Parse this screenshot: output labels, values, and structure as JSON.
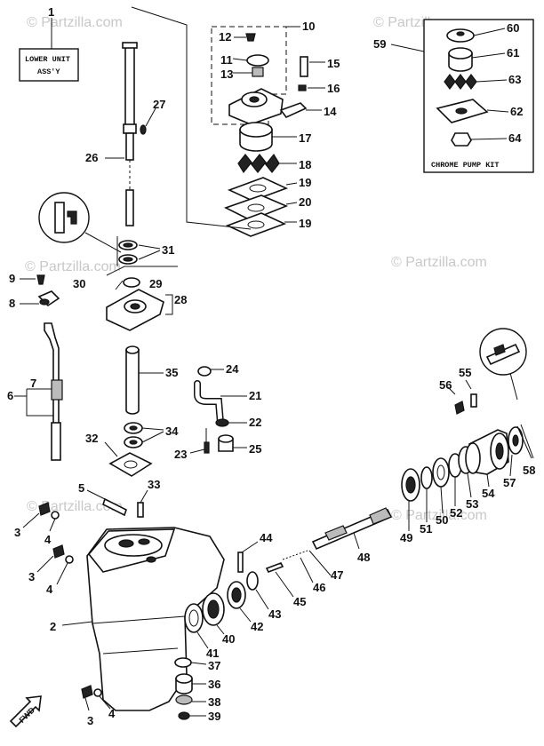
{
  "watermark": "© Partzilla.com",
  "lower_unit_box": {
    "line1": "LOWER UNIT",
    "line2": "ASS'Y"
  },
  "chrome_pump_kit": {
    "label": "CHROME PUMP KIT",
    "ref": "59"
  },
  "fwd_label": "FWD",
  "callouts": {
    "c1": "1",
    "c2": "2",
    "c3a": "3",
    "c3b": "3",
    "c3c": "3",
    "c4a": "4",
    "c4b": "4",
    "c4c": "4",
    "c5": "5",
    "c6": "6",
    "c7": "7",
    "c8": "8",
    "c9": "9",
    "c10": "10",
    "c11": "11",
    "c12": "12",
    "c13": "13",
    "c14": "14",
    "c15": "15",
    "c16": "16",
    "c17": "17",
    "c18": "18",
    "c19a": "19",
    "c19b": "19",
    "c20": "20",
    "c21": "21",
    "c22": "22",
    "c23": "23",
    "c24": "24",
    "c25": "25",
    "c26": "26",
    "c27": "27",
    "c28": "28",
    "c29": "29",
    "c30": "30",
    "c31": "31",
    "c32": "32",
    "c33": "33",
    "c34": "34",
    "c35": "35",
    "c36": "36",
    "c37": "37",
    "c38": "38",
    "c39": "39",
    "c40": "40",
    "c41": "41",
    "c42": "42",
    "c43": "43",
    "c44": "44",
    "c45": "45",
    "c46": "46",
    "c47": "47",
    "c48": "48",
    "c49": "49",
    "c50": "50",
    "c51": "51",
    "c52": "52",
    "c53": "53",
    "c54": "54",
    "c55": "55",
    "c56": "56",
    "c57": "57",
    "c58": "58",
    "c59": "59",
    "c60": "60",
    "c61": "61",
    "c62": "62",
    "c63": "63",
    "c64": "64"
  }
}
